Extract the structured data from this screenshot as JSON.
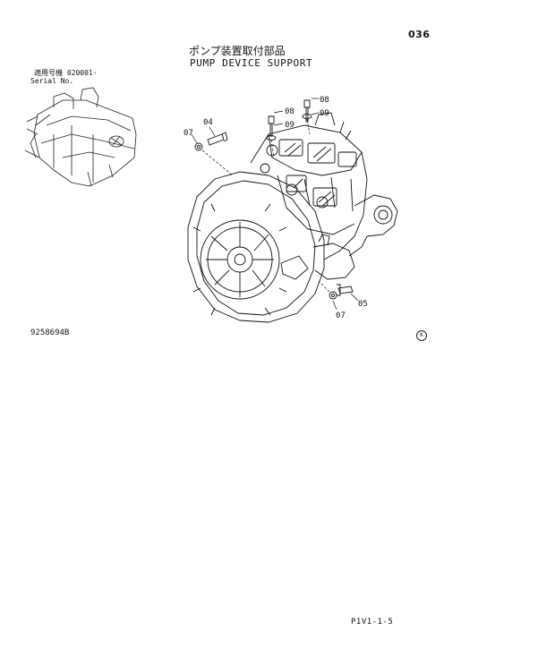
{
  "header": {
    "page_number": "036",
    "title_japanese": "ポンプ装置取付部品",
    "title_english": "PUMP DEVICE SUPPORT"
  },
  "applicability": {
    "label_japanese": "適用号機",
    "serial_from": "020001-",
    "label_english": "Serial No."
  },
  "callouts": [
    "08",
    "08",
    "09",
    "09",
    "04",
    "07",
    "07",
    "05"
  ],
  "drawing_number": "9258694B",
  "revision_mark": "K",
  "footer": {
    "page_code": "P1V1-1-5"
  }
}
